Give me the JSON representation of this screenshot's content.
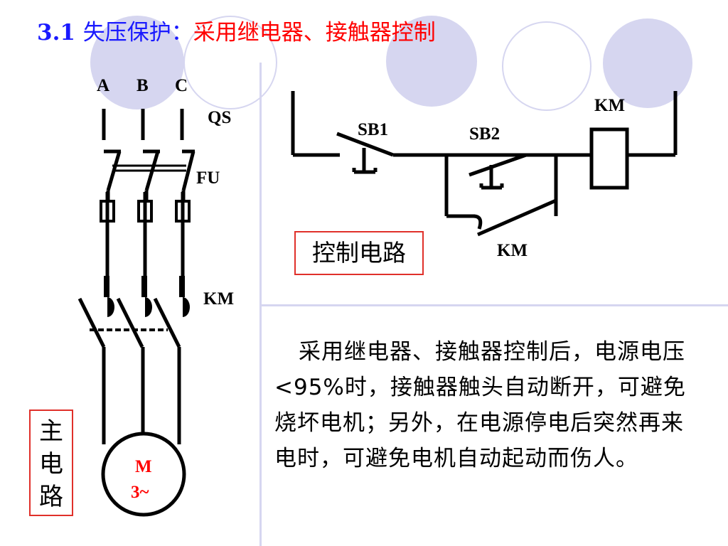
{
  "title": {
    "number": "3.1",
    "lead": "失压保护：",
    "subject": "采用继电器、接触器控制"
  },
  "main_circuit": {
    "phases": [
      "A",
      "B",
      "C"
    ],
    "qs_label": "QS",
    "fu_label": "FU",
    "km_label": "KM",
    "motor_line1": "M",
    "motor_line2": "3~",
    "box_chars": [
      "主",
      "电",
      "路"
    ]
  },
  "control_circuit": {
    "sb1_label": "SB1",
    "sb2_label": "SB2",
    "coil_label": "KM",
    "aux_label": "KM",
    "box_label": "控制电路"
  },
  "description": "采用继电器、接触器控制后，电源电压<95%时，接触器触头自动断开，可避免烧坏电机；另外，在电源停电后突然再来电时，可避免电机自动起动而伤人。",
  "colors": {
    "title_blue": "#1a1aff",
    "accent_red": "#ff0000",
    "decor_lavender": "#d6d6f0",
    "box_border": "#e0302a"
  }
}
